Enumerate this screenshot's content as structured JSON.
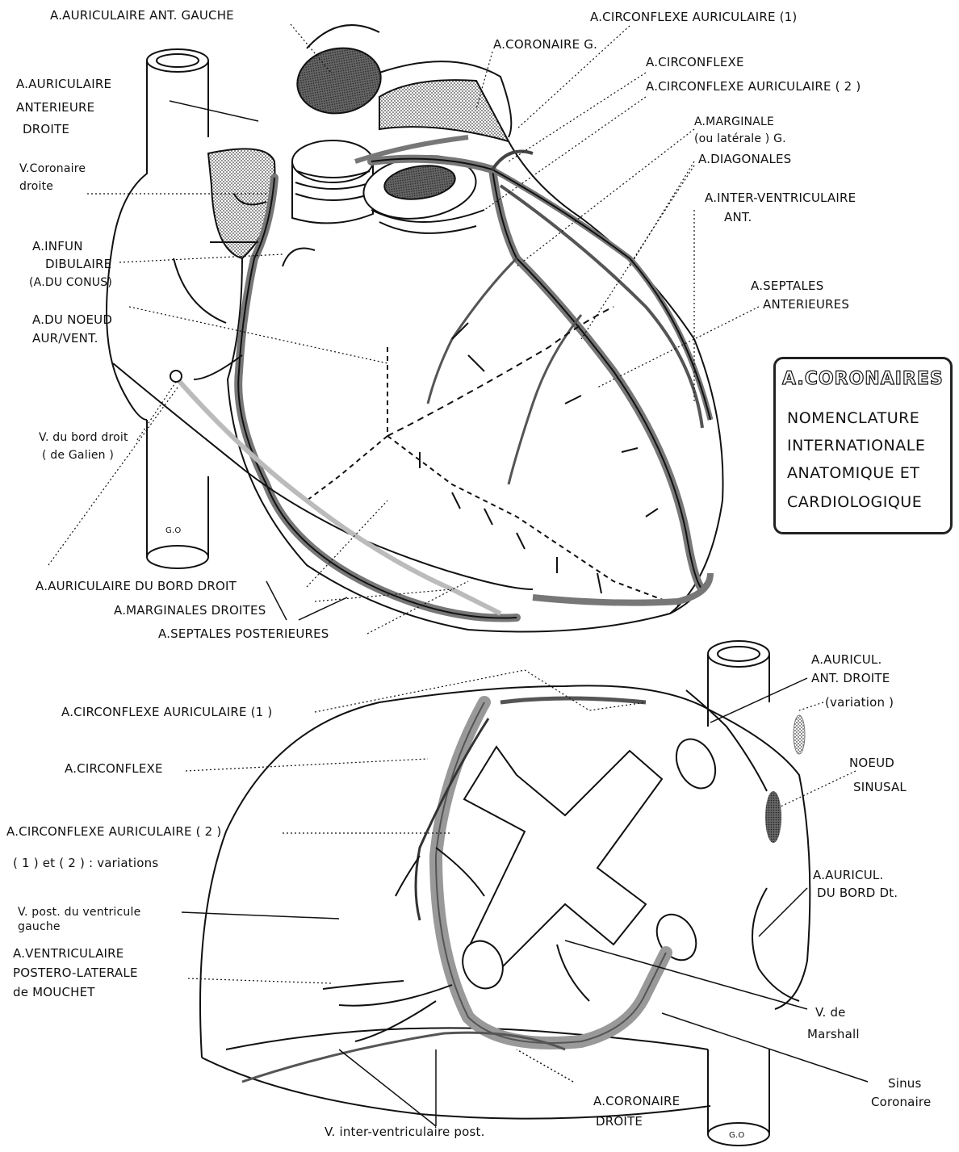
{
  "box": {
    "title": "A.CORONAIRES",
    "lines": [
      "NOMENCLATURE",
      "INTERNATIONALE",
      "ANATOMIQUE ET",
      "CARDIOLOGIQUE"
    ]
  },
  "top_labels": {
    "aur_ant_gauche": "A.AURICULAIRE ANT. GAUCHE",
    "circ_aur_1": "A.CIRCONFLEXE AURICULAIRE (1)",
    "coronaire_g": "A.CORONAIRE G.",
    "circonflexe": "A.CIRCONFLEXE",
    "circ_aur_2": "A.CIRCONFLEXE AURICULAIRE ( 2 )",
    "aur_ant_droite": [
      "A.AURICULAIRE",
      "ANTERIEURE",
      "DROITE"
    ],
    "marginale": [
      "A.MARGINALE",
      "(ou latérale ) G."
    ],
    "v_coronaire_droite": [
      "V.Coronaire",
      "droite"
    ],
    "diagonales": "A.DIAGONALES",
    "inter_ventriculaire_ant": [
      "A.INTER-VENTRICULAIRE",
      "ANT."
    ],
    "infundibulaire": [
      "A.INFUN",
      "DIBULAIRE",
      "(A.DU CONUS)"
    ],
    "septales_ant": [
      "A.SEPTALES",
      "ANTERIEURES"
    ],
    "noeud_aur_vent": [
      "A.DU NOEUD",
      "AUR/VENT."
    ],
    "v_bord_droit": [
      "V. du bord droit",
      "( de Galien )"
    ],
    "aur_bord_droit": "A.AURICULAIRE DU BORD DROIT",
    "marginales_droites": "A.MARGINALES DROITES",
    "septales_post": "A.SEPTALES POSTERIEURES",
    "go_top": "G.O"
  },
  "bottom_labels": {
    "auricul_ant_droite": [
      "A.AURICUL.",
      "ANT. DROITE"
    ],
    "variation": "(variation )",
    "circ_aur_1": "A.CIRCONFLEXE AURICULAIRE (1 )",
    "circonflexe": "A.CIRCONFLEXE",
    "noeud_sinusal": [
      "NOEUD",
      "SINUSAL"
    ],
    "circ_aur_2": "A.CIRCONFLEXE AURICULAIRE ( 2 )",
    "variations_note": "( 1 ) et ( 2 ) : variations",
    "auricul_bord_dt": [
      "A.AURICUL.",
      "DU BORD Dt."
    ],
    "v_post_ventricule": [
      "V. post. du ventricule",
      "gauche"
    ],
    "ventric_postero": [
      "A.VENTRICULAIRE",
      "POSTERO-LATERALE",
      "de MOUCHET"
    ],
    "v_marshall": [
      "V. de",
      "Marshall"
    ],
    "sinus_coronaire": [
      "Sinus",
      "Coronaire"
    ],
    "coronaire_droite": [
      "A.CORONAIRE",
      "DROITE"
    ],
    "v_inter_ventric_post": "V. inter-ventriculaire post.",
    "go_bottom": "G.O"
  },
  "colors": {
    "ink": "#111111",
    "vessel_grey": "#8a8a8a",
    "vein_light": "#b5b5b5"
  }
}
